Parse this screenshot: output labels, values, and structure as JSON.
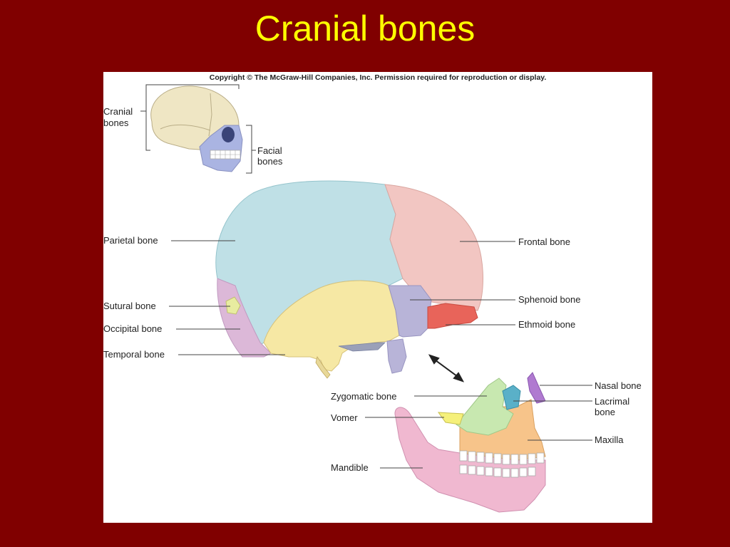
{
  "slide": {
    "title": "Cranial bones"
  },
  "figure": {
    "copyright": "Copyright © The McGraw-Hill Companies, Inc. Permission required for reproduction or display.",
    "inset": {
      "cranial_label_line1": "Cranial",
      "cranial_label_line2": "bones",
      "facial_label_line1": "Facial",
      "facial_label_line2": "bones"
    },
    "skull_labels": {
      "parietal": "Parietal bone",
      "sutural": "Sutural bone",
      "occipital": "Occipital bone",
      "temporal": "Temporal bone",
      "frontal": "Frontal bone",
      "sphenoid": "Sphenoid bone",
      "ethmoid": "Ethmoid bone"
    },
    "face_labels": {
      "zygomatic": "Zygomatic bone",
      "vomer": "Vomer",
      "mandible": "Mandible",
      "nasal": "Nasal bone",
      "lacrimal_line1": "Lacrimal",
      "lacrimal_line2": "bone",
      "maxilla": "Maxilla"
    },
    "colors": {
      "background": "#800000",
      "title": "#ffff00",
      "parietal": "#bfe0e6",
      "frontal": "#f2c6c2",
      "temporal": "#f6e8a4",
      "sphenoid": "#b8b4d8",
      "ethmoid": "#e8645a",
      "occipital": "#dcb8d8",
      "mandible": "#f0b8d0",
      "maxilla": "#f7c48a",
      "zygomatic": "#c8e8b0",
      "nasal": "#b07ad0",
      "lacrimal": "#5ab0c8"
    }
  }
}
